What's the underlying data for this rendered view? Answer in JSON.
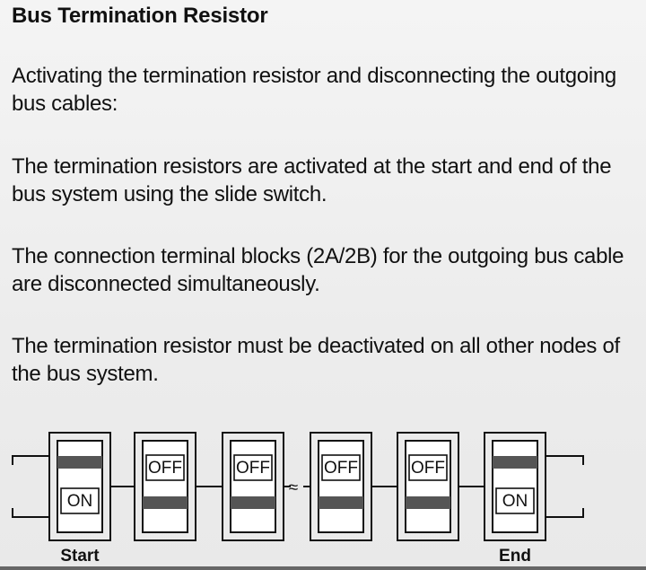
{
  "heading": "Bus Termination Resistor",
  "paragraphs": [
    "Activating the termination resistor and disconnecting the outgoing bus cables:",
    "The termination resistors are activated at the start and end of the bus system using the slide switch.",
    "The connection terminal blocks (2A/2B) for the outgoing bus cable are disconnected simultaneously.",
    "The termination resistor must be deactivated on all other nodes of the bus system."
  ],
  "diagram": {
    "switches": [
      {
        "state": "ON",
        "caption": "Start"
      },
      {
        "state": "OFF",
        "caption": ""
      },
      {
        "state": "OFF",
        "caption": ""
      },
      {
        "state": "OFF",
        "caption": ""
      },
      {
        "state": "OFF",
        "caption": ""
      },
      {
        "state": "ON",
        "caption": "End"
      }
    ],
    "break_symbol": "≈",
    "colors": {
      "stroke": "#111111",
      "slider": "#555555",
      "switch_fill": "#ffffff"
    }
  }
}
